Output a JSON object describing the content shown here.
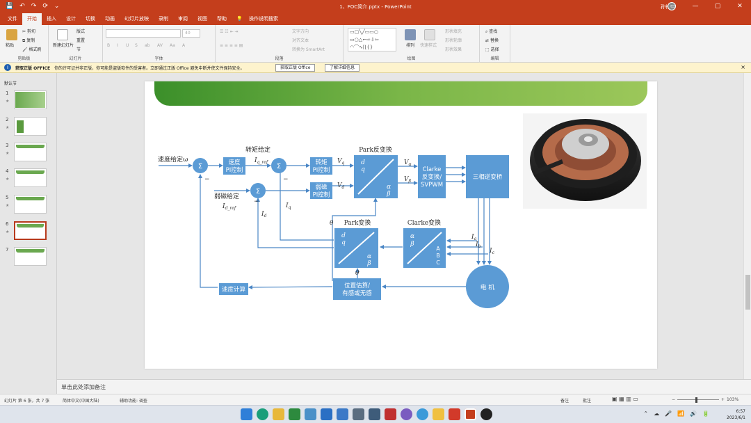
{
  "window": {
    "title": "1、FOC简介.pptx - PowerPoint",
    "user": "孙锋",
    "quick_access": [
      "💾",
      "↶",
      "↷",
      "⟳",
      "⌄"
    ],
    "controls": [
      "▭",
      "—",
      "▢",
      "✕"
    ]
  },
  "tabs": [
    "文件",
    "开始",
    "插入",
    "设计",
    "切换",
    "动画",
    "幻灯片放映",
    "录制",
    "审阅",
    "视图",
    "帮助",
    "操作说明搜索"
  ],
  "active_tab": "开始",
  "ribbon": {
    "clipboard": {
      "paste": "粘贴",
      "cut": "剪切",
      "copy": "复制",
      "format_painter": "格式刷",
      "label": "剪贴板"
    },
    "slides": {
      "new_slide": "新建幻灯片",
      "layout": "版式",
      "reset": "重置",
      "section": "节",
      "label": "幻灯片"
    },
    "font": {
      "size": "40",
      "buttons": [
        "B",
        "I",
        "U",
        "S",
        "ab",
        "AV",
        "Aa",
        "A"
      ],
      "label": "字体"
    },
    "paragraph": {
      "text_direction": "文字方向",
      "align_text": "对齐文本",
      "smartart": "转换为 SmartArt",
      "label": "段落"
    },
    "drawing": {
      "arrange": "排列",
      "quick_styles": "快速样式",
      "fill": "形状填充",
      "outline": "形状轮廓",
      "effects": "形状效果",
      "label": "绘图"
    },
    "editing": {
      "find": "查找",
      "replace": "替换",
      "select": "选择",
      "label": "编辑"
    }
  },
  "infobar": {
    "title": "获取正版 OFFICE",
    "message": "你的许可证并非正版，你可能是盗版软件的受害者。立即通过正版 Office 避免中断并使文件保持安全。",
    "btn_primary": "获取正版 Office",
    "btn_secondary": "了解详细信息"
  },
  "thumbnails": {
    "section": "默认节",
    "items": [
      {
        "num": "1",
        "star": "★"
      },
      {
        "num": "2",
        "star": "★"
      },
      {
        "num": "3",
        "star": "★"
      },
      {
        "num": "4",
        "star": "★"
      },
      {
        "num": "5",
        "star": "★"
      },
      {
        "num": "6",
        "star": "★"
      },
      {
        "num": "7",
        "star": ""
      }
    ],
    "selected": 5
  },
  "diagram": {
    "speed_ref": "速度给定ω",
    "torque_ref": "转矩给定",
    "iq_ref": "I",
    "iq_ref_sub": "q_ref",
    "flux_ref": "弱磁给定",
    "id_ref": "I",
    "id_ref_sub": "d_ref",
    "speed_pi": [
      "速度",
      "PI控制"
    ],
    "torque_pi": [
      "转矩",
      "PI控制"
    ],
    "flux_pi": [
      "弱磁",
      "PI控制"
    ],
    "vq": "V",
    "vq_sub": "q",
    "vd": "V",
    "vd_sub": "d",
    "inv_park_label": "Park反变换",
    "va": "V",
    "va_sub": "α",
    "vb": "V",
    "vb_sub": "β",
    "svpwm": [
      "Clarke",
      "反变换/",
      "SVPWM"
    ],
    "inverter": "三相逆变桥",
    "park_label": "Park变换",
    "clarke_label": "Clarke变换",
    "abc": [
      "A",
      "B",
      "C"
    ],
    "ia": "I",
    "ia_sub": "a",
    "ib": "I",
    "ib_sub": "b",
    "ic": "I",
    "ic_sub": "c",
    "motor": "电  机",
    "pos_est": [
      "位置估算/",
      "有感或无感"
    ],
    "speed_calc": "速度计算",
    "theta": "θ",
    "iq": "I",
    "iq_sub": "q",
    "id": "I",
    "id_sub": "d",
    "minus": "−",
    "sigma": "Σ",
    "d": "d",
    "q": "q",
    "alpha": "α",
    "beta": "β"
  },
  "notes": "单击此处添加备注",
  "status": {
    "slide": "幻灯片 第 6 张，共 7 张",
    "lang": "简体中文(中国大陆)",
    "access": "辅助功能: 调查",
    "notes_btn": "备注",
    "comments_btn": "批注",
    "zoom": "103%"
  },
  "clock": {
    "time": "6:57",
    "date": "2023/6/1"
  },
  "colors": {
    "accent": "#c43e1c",
    "block": "#5b9bd5",
    "line": "#4a86c5"
  }
}
